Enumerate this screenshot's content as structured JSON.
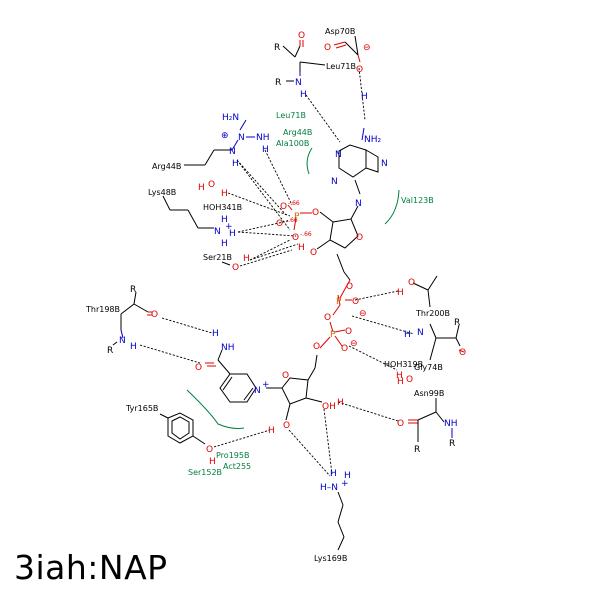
{
  "title": "3iah:NAP",
  "residues": {
    "asp70b": "Asp70B",
    "leu71b_top": "Leu71B",
    "arg44b": "Arg44B",
    "lys48b": "Lys48B",
    "hoh341b": "HOH341B",
    "ser21b": "Ser21B",
    "thr198b": "Thr198B",
    "tyr165b": "Tyr165B",
    "lys169b": "Lys169B",
    "thr200b": "Thr200B",
    "hoh319b": "HOH319B",
    "gly74b": "Gly74B",
    "asn99b": "Asn99B"
  },
  "hydrophobic": {
    "leu71b": "Leu71B",
    "arg44b": "Arg44B",
    "ala100b": "Ala100B",
    "val123b": "Val123B",
    "pro195b": "Pro195B",
    "act255": "Act255",
    "ser152b": "Ser152B"
  },
  "atoms": {
    "o": "O",
    "n": "N",
    "h": "H",
    "p": "P",
    "r": "R",
    "nh": "NH",
    "hn": "H–N",
    "ho": "HO",
    "oh": "OH",
    "h2n": "H₂N",
    "nh2": "NH₂",
    "charge_plus": "+",
    "charge_minus": "⊖",
    "charge_plus_circle": "⊕",
    "partial": "-.66"
  },
  "colors": {
    "hydrophobic": "#008040",
    "nitrogen": "#0000cc",
    "oxygen": "#e00000",
    "phosphorus": "#cc6600"
  }
}
